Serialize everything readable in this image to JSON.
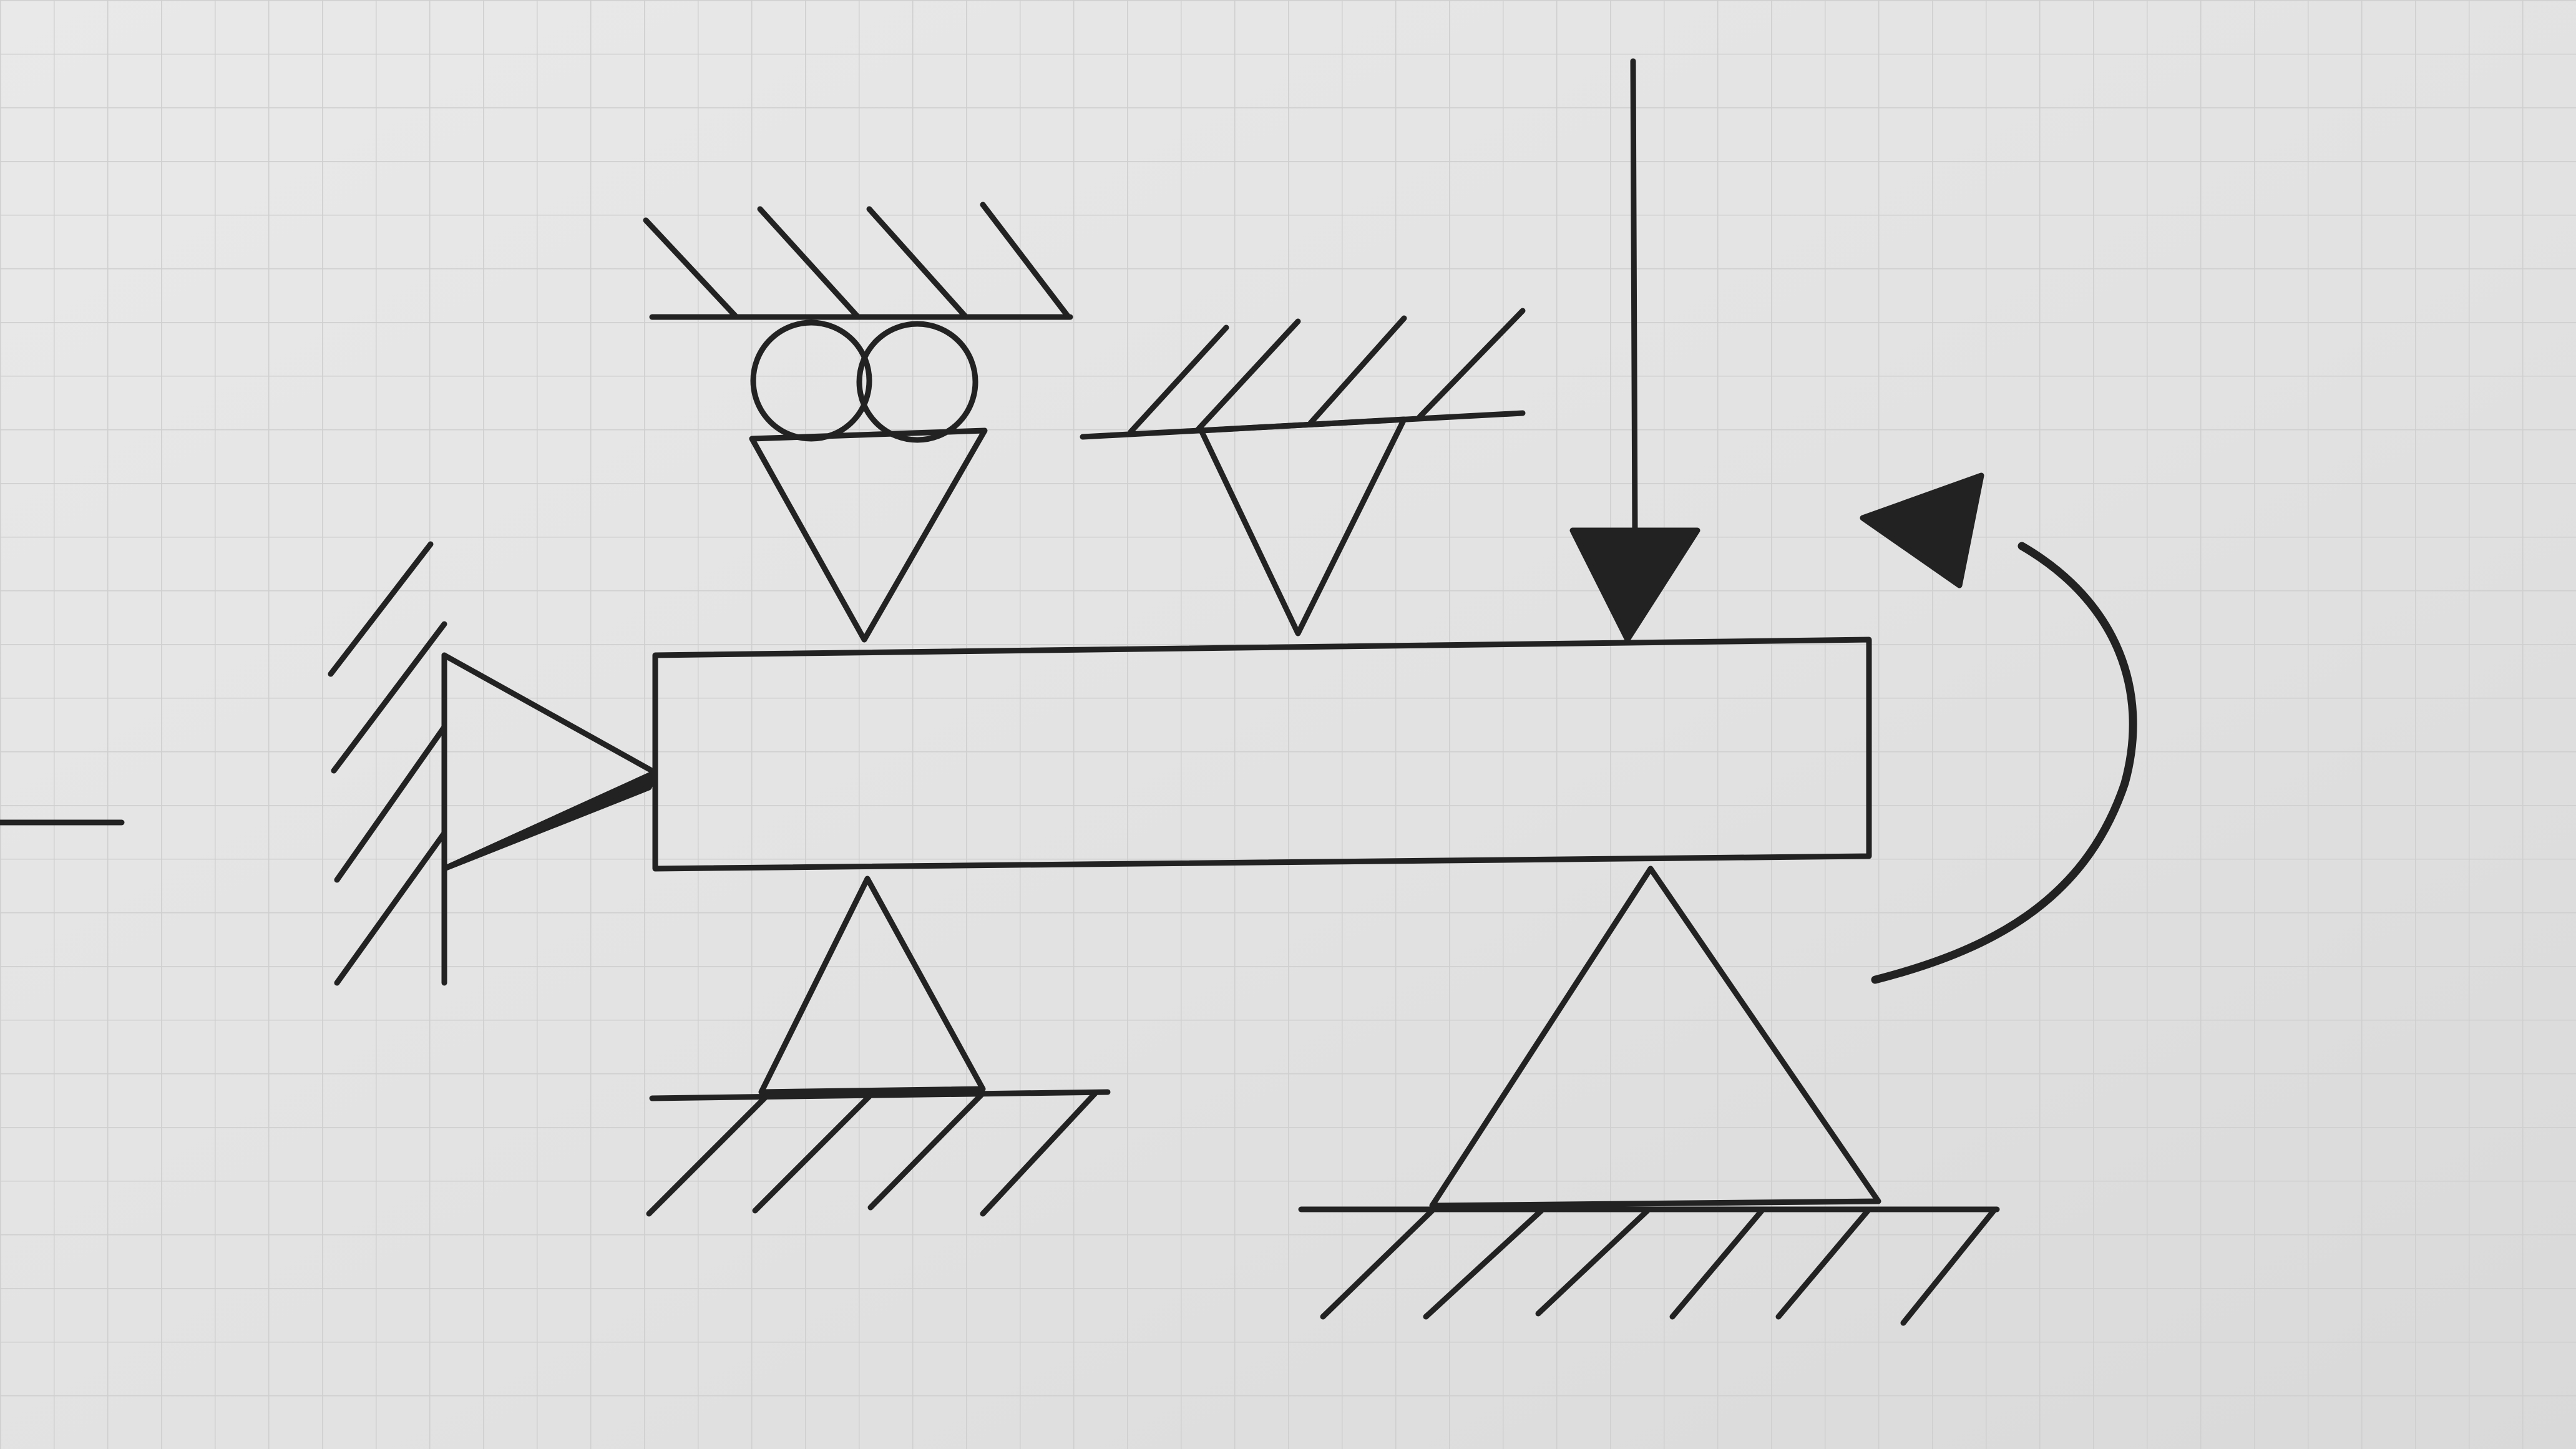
{
  "diagram": {
    "kind": "hand-drawn structural beam sketch on grid paper",
    "elements": [
      "beam",
      "fixed-pin-support-left",
      "roller-support-top",
      "pin-support-top",
      "pin-support-bottom-left",
      "pin-support-bottom-right",
      "point-load-arrow",
      "moment-arrow"
    ],
    "colors": {
      "paper": "#e4e4e4",
      "grid": "#c9c9c9",
      "ink": "#222222"
    }
  }
}
